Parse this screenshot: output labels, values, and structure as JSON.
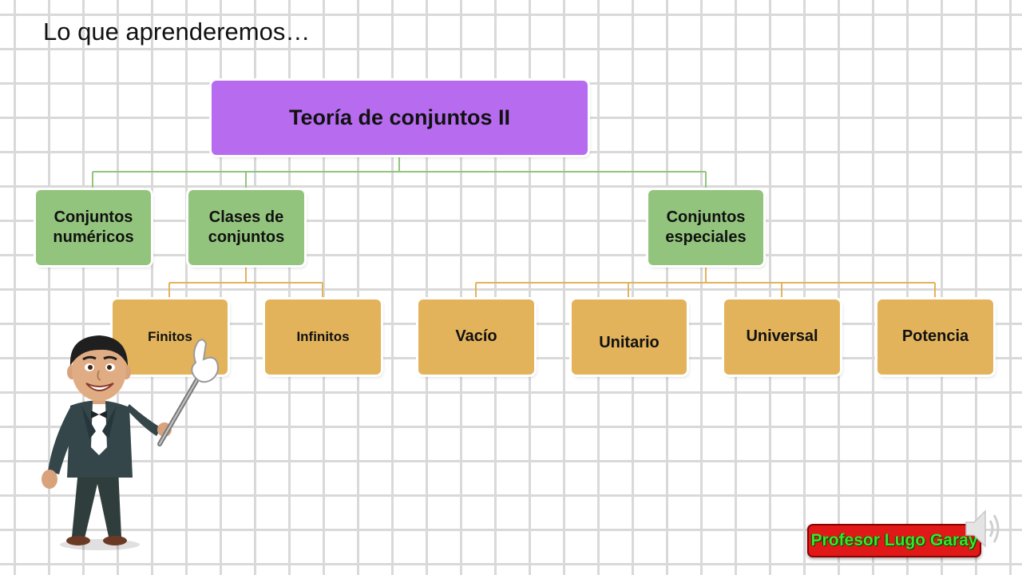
{
  "slide": {
    "title": "Lo que aprenderemos…"
  },
  "diagram": {
    "root": "Teoría de conjuntos II",
    "level1": [
      "Conjuntos numéricos",
      "Clases de conjuntos",
      "Conjuntos especiales"
    ],
    "clases_children": [
      "Finitos",
      "Infinitos"
    ],
    "especiales_children": [
      "Vacío",
      "Unitario",
      "Universal",
      "Potencia"
    ]
  },
  "badge": {
    "text": "Profesor Lugo Garay"
  },
  "icons": {
    "avatar": "teacher-avatar-icon",
    "speaker": "speaker-icon"
  },
  "colors": {
    "root": "#b76cf0",
    "level1": "#93c47d",
    "level2": "#e2b35b",
    "green_connector": "#93c47d",
    "gold_connector": "#e2b35b",
    "badge_bg": "#e01818",
    "badge_text": "#39e52c"
  }
}
